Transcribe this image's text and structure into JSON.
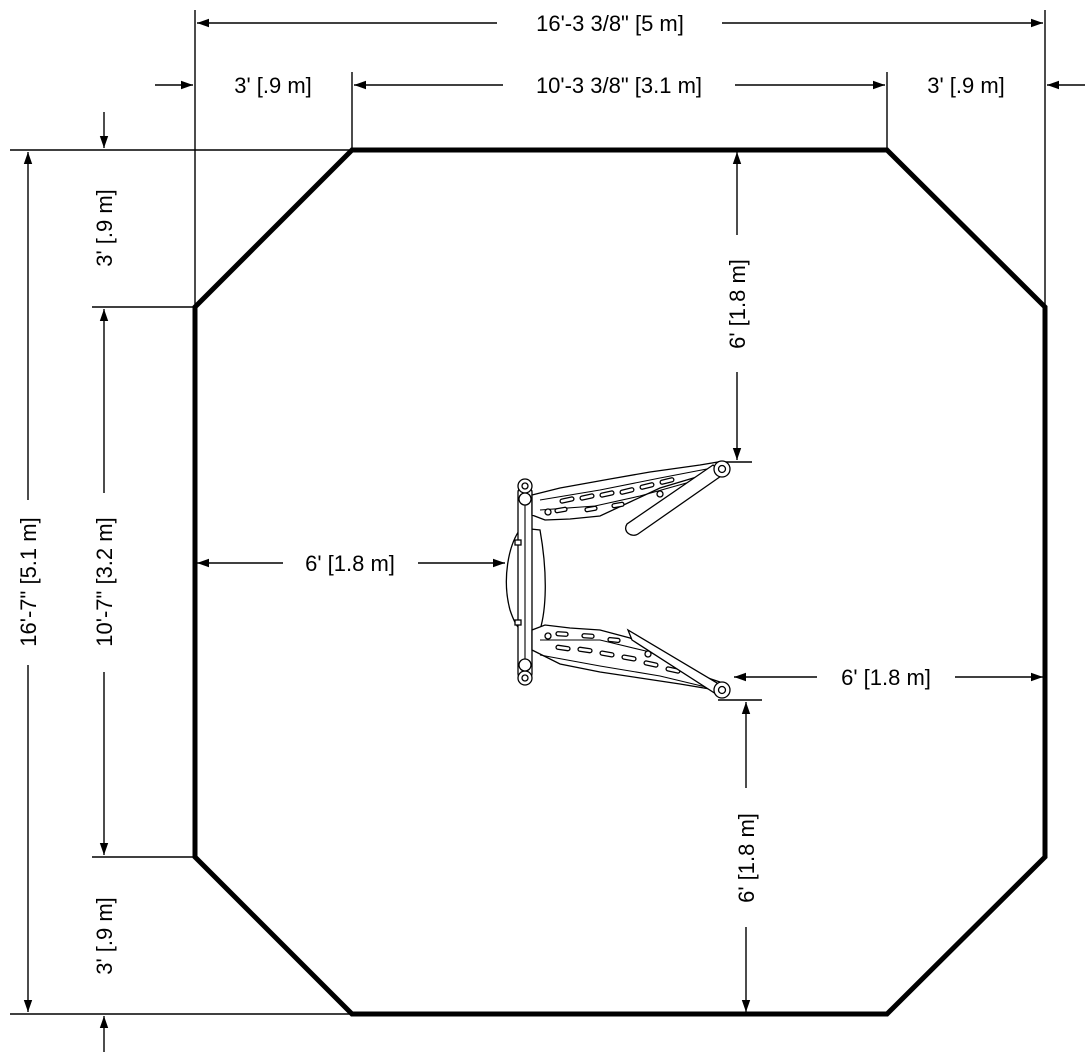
{
  "dimensions": {
    "overall_width": "16'-3 3/8\" [5 m]",
    "top_left_offset": "3' [.9 m]",
    "top_flat_width": "10'-3 3/8\" [3.1 m]",
    "top_right_offset": "3' [.9 m]",
    "overall_height": "16'-7\" [5.1 m]",
    "left_upper_offset": "3' [.9 m]",
    "left_flat_height": "10'-7\" [3.2 m]",
    "left_lower_offset": "3' [.9 m]",
    "clear_left": "6' [1.8 m]",
    "clear_right": "6' [1.8 m]",
    "clear_top": "6' [1.8 m]",
    "clear_bottom": "6' [1.8 m]"
  },
  "colors": {
    "line": "#000000",
    "background": "#ffffff"
  }
}
